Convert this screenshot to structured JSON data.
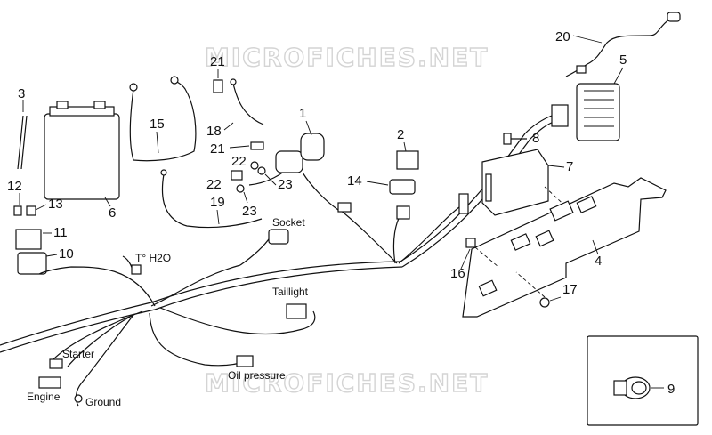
{
  "watermark": "MICROFICHES.NET",
  "callouts": [
    "1",
    "2",
    "3",
    "4",
    "5",
    "6",
    "7",
    "8",
    "9",
    "10",
    "11",
    "12",
    "13",
    "14",
    "15",
    "16",
    "17",
    "18",
    "19",
    "20",
    "21",
    "22",
    "23"
  ],
  "labels": {
    "socket": "Socket",
    "temp": "T° H2O",
    "taillight": "Taillight",
    "starter": "Starter",
    "engine": "Engine",
    "ground": "Ground",
    "oil_pressure": "Oil pressure"
  }
}
